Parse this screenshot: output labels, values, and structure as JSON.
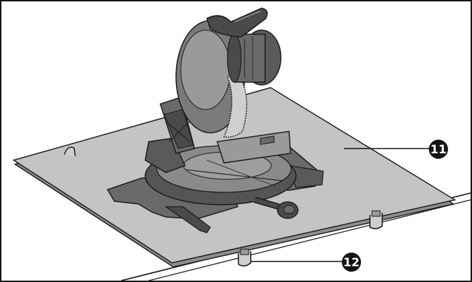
{
  "figure": {
    "callouts": [
      {
        "id": "c11",
        "number": "11"
      },
      {
        "id": "c12",
        "number": "12"
      }
    ],
    "colors": {
      "board": "#c4c4c4",
      "board_edge": "#8e8e8e",
      "saw_body": "#6a6a6a",
      "saw_dark": "#3a3a3a",
      "saw_light": "#9a9a9a",
      "outline": "#1a1a1a",
      "callout": "#141414"
    }
  }
}
